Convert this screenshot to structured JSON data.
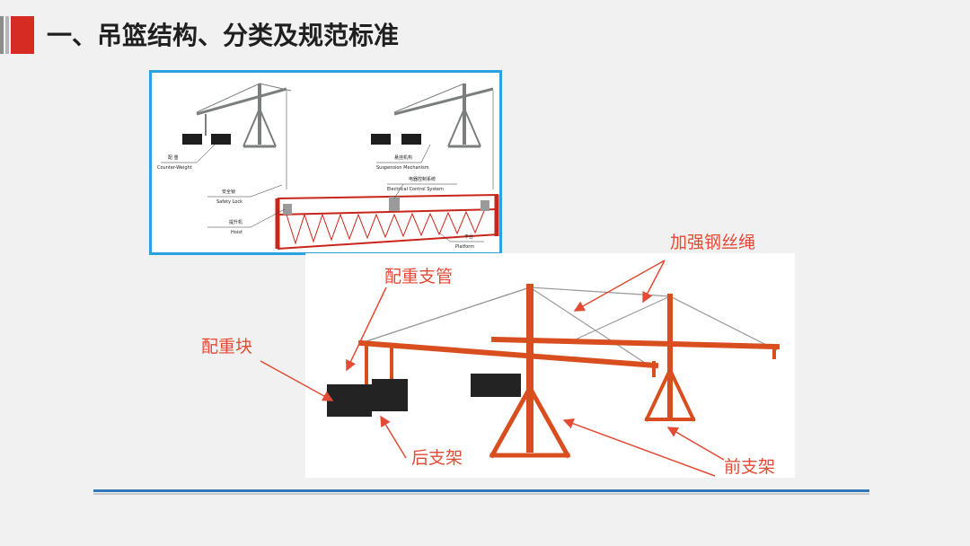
{
  "title": "一、吊篮结构、分类及规范标准",
  "diagram1": {
    "labels": [
      {
        "cn": "配 重",
        "en": "Counter-Weight"
      },
      {
        "cn": "悬挂机构",
        "en": "Suspension Mechanism"
      },
      {
        "cn": "电器控制系统",
        "en": "Electrical Control System"
      },
      {
        "cn": "安全锁",
        "en": "Safety Lock"
      },
      {
        "cn": "提升机",
        "en": "Hoist"
      },
      {
        "cn": "平台",
        "en": "Platform"
      }
    ]
  },
  "diagram2": {
    "labels": {
      "reinforce_rope": "加强钢丝绳",
      "counterweight_tube": "配重支管",
      "counterweight_block": "配重块",
      "rear_frame": "后支架",
      "front_frame": "前支架"
    }
  },
  "colors": {
    "accent_red": "#d62b22",
    "frame_blue": "#29a3df",
    "annotation_red": "#e24b35",
    "line_blue": "#2f79b8"
  }
}
